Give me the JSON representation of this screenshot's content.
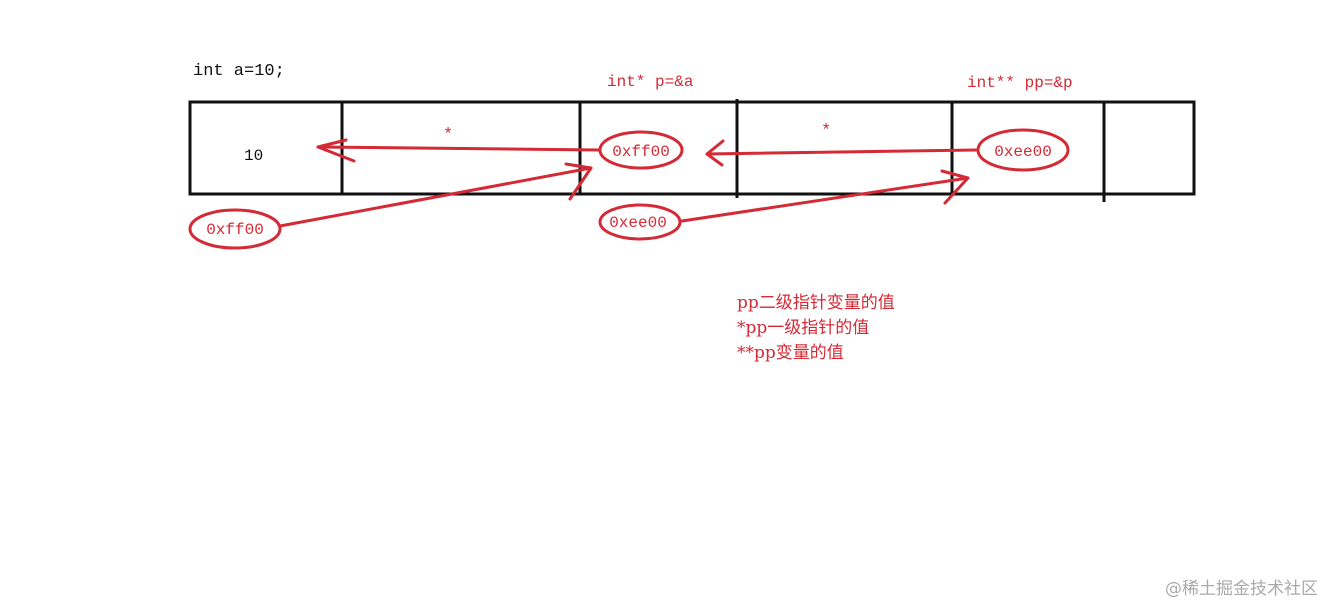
{
  "colors": {
    "ink": "#111111",
    "accent": "#d42a35",
    "watermark": "#aaaaaa"
  },
  "labels": {
    "decl_a": "int a=10;",
    "decl_p": "int* p=&a",
    "decl_pp": "int** pp=&p",
    "value_a": "10",
    "star_1": "*",
    "star_2": "*",
    "p_value": "0xff00",
    "pp_value": "0xee00",
    "addr_a": "0xff00",
    "addr_p": "0xee00"
  },
  "notes": [
    "pp二级指针变量的值",
    "*pp一级指针的值",
    "**pp变量的值"
  ],
  "watermark": "@稀土掘金技术社区"
}
